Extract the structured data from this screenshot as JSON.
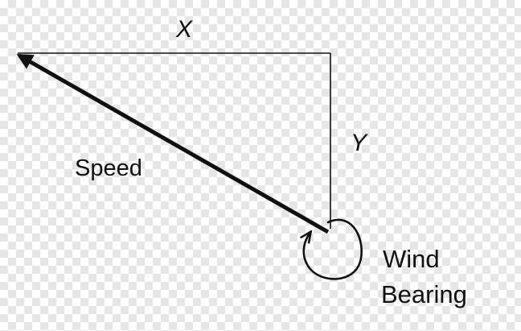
{
  "labels": {
    "x": "X",
    "y": "Y",
    "speed": "Speed",
    "wind": "Wind",
    "bearing": "Bearing"
  },
  "colors": {
    "ink": "#111111",
    "checker_light": "#ffffff",
    "checker_dark": "#e6e6e6"
  }
}
